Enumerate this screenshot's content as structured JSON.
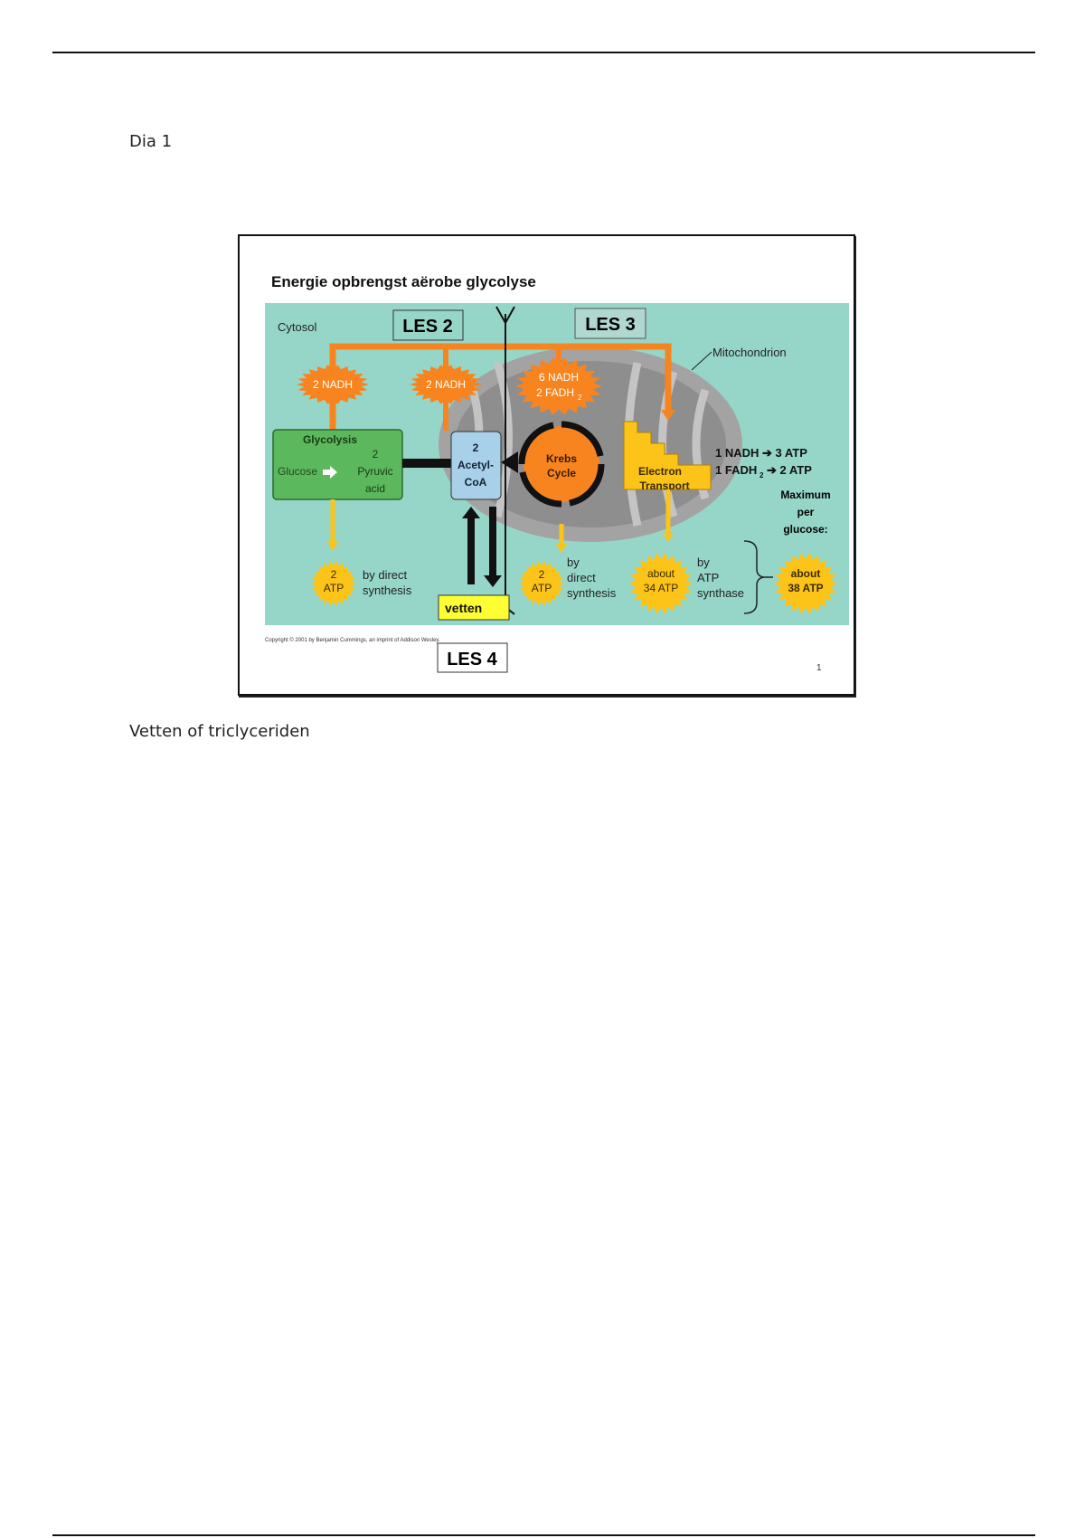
{
  "page": {
    "heading": "Dia 1",
    "caption": "Vetten of triclyceriden"
  },
  "slide": {
    "title": "Energie opbrengst aërobe glycolyse",
    "cytosol": "Cytosol",
    "mitochondrion": "Mitochondrion",
    "les2": "LES 2",
    "les3": "LES 3",
    "les4": "LES 4",
    "nadh_glycolysis": "2 NADH",
    "nadh_acetyl": "2 NADH",
    "krebs_nadh": "6 NADH",
    "krebs_fadh": "2 FADH",
    "sub2": "2",
    "glycolysis": "Glycolysis",
    "glucose": "Glucose",
    "pyruvic_1": "2",
    "pyruvic_2": "Pyruvic",
    "pyruvic_3": "acid",
    "acetyl_1": "2",
    "acetyl_2": "Acetyl-",
    "acetyl_3": "CoA",
    "krebs_1": "Krebs",
    "krebs_2": "Cycle",
    "et_1": "Electron",
    "et_2": "Transport",
    "ratio_nadh": "1 NADH ➔ 3 ATP",
    "ratio_fadh_a": "1 FADH",
    "ratio_fadh_b": "➔ 2 ATP",
    "max_1": "Maximum",
    "max_2": "per",
    "max_3": "glucose:",
    "atp1_1": "2",
    "atp1_2": "ATP",
    "atp1_desc_1": "by direct",
    "atp1_desc_2": "synthesis",
    "atp2_1": "2",
    "atp2_2": "ATP",
    "atp2_desc_1": "by",
    "atp2_desc_2": "direct",
    "atp2_desc_3": "synthesis",
    "atp3_1": "about",
    "atp3_2": "34 ATP",
    "atp3_desc_1": "by",
    "atp3_desc_2": "ATP",
    "atp3_desc_3": "synthase",
    "atp4_1": "about",
    "atp4_2": "38 ATP",
    "vetten": "vetten",
    "copyright": "Copyright © 2001 by Benjamin Cummings, an imprint of Addison Wesley.",
    "page_number": "1"
  },
  "colors": {
    "teal": "#96d6c8",
    "orange": "#f7841f",
    "yellow": "#fcc419",
    "green": "#5cb85c",
    "blue": "#a8d0e8",
    "gray": "#9a9a9a"
  }
}
